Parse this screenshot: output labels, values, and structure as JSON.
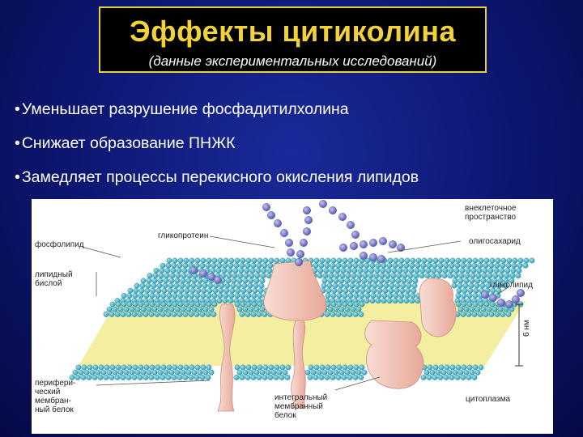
{
  "header": {
    "title": "Эффекты цитиколина",
    "subtitle": "(данные экспериментальных исследований)"
  },
  "bullets": [
    "Уменьшает разрушение фосфадитилхолина",
    "Снижает образование ПНЖК",
    "Замедляет процессы перекисного окисления липидов"
  ],
  "bullet_symbol": "•",
  "figure": {
    "labels": {
      "extracellular": "внеклеточное\nпространство",
      "glycoprotein": "гликопротеин",
      "phospholipid": "фосфолипид",
      "oligosaccharide": "олигосахарид",
      "lipid_bilayer": "липидный\nбислой",
      "glycolipid": "гликолипид",
      "thickness": "6 нм",
      "peripheral_protein": "перифери-\nческий\nмембран-\nный белок",
      "integral_protein": "интегральный\nмембранный\nбелок",
      "cytoplasm": "цитоплазма"
    },
    "colors": {
      "title": "#f2d23a",
      "heads": "#3fb4c9",
      "tails": "#f3eea0",
      "protein": "#f3c3b6",
      "sugar": "#7a6fc0"
    }
  }
}
